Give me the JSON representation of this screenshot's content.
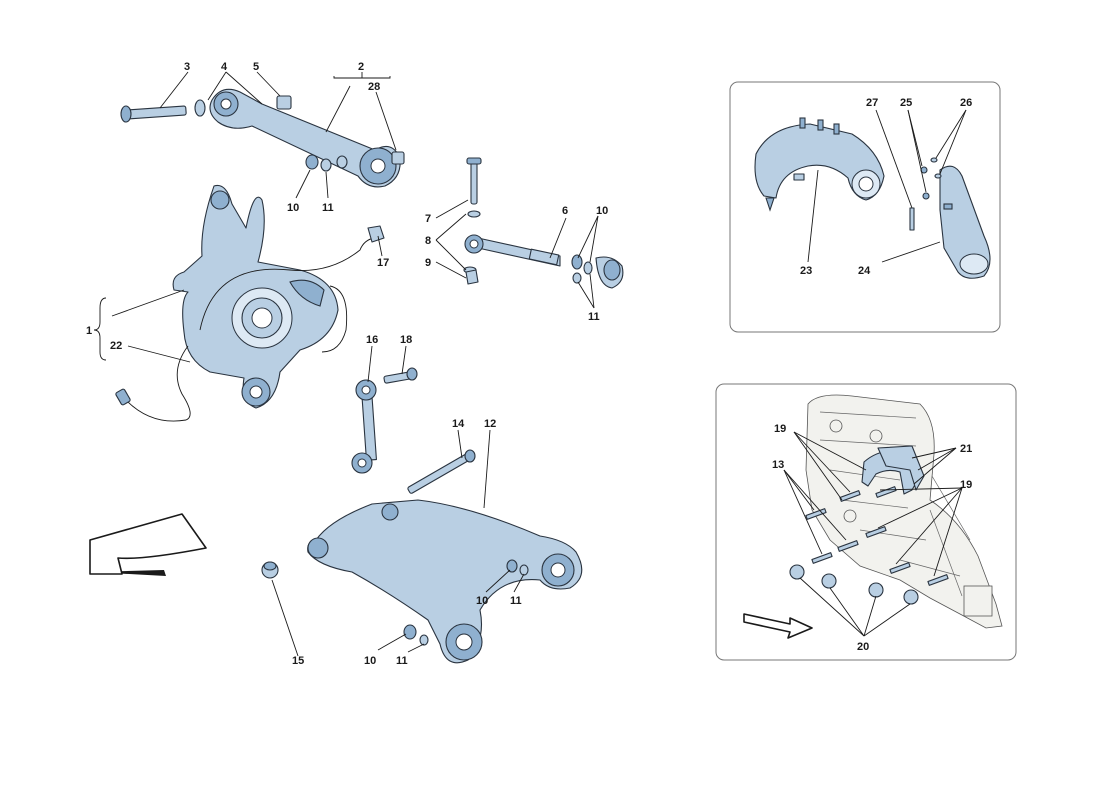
{
  "callouts": {
    "c1": "1",
    "c2": "2",
    "c3": "3",
    "c4": "4",
    "c5": "5",
    "c6": "6",
    "c7": "7",
    "c8": "8",
    "c9": "9",
    "c10a": "10",
    "c10b": "10",
    "c10c": "10",
    "c10d": "10",
    "c11a": "11",
    "c11b": "11",
    "c11c": "11",
    "c11d": "11",
    "c12": "12",
    "c13": "13",
    "c14": "14",
    "c15": "15",
    "c16": "16",
    "c17": "17",
    "c18": "18",
    "c19a": "19",
    "c19b": "19",
    "c20": "20",
    "c21": "21",
    "c22": "22",
    "c23": "23",
    "c24": "24",
    "c25": "25",
    "c26": "26",
    "c27": "27",
    "c28": "28"
  },
  "colors": {
    "part_fill": "#b9cfe3",
    "part_stroke": "#2a3440",
    "text": "#1a1a1a"
  },
  "icons": {
    "direction_arrow_main": "direction-arrow-icon",
    "direction_arrow_inset": "direction-arrow-icon"
  }
}
